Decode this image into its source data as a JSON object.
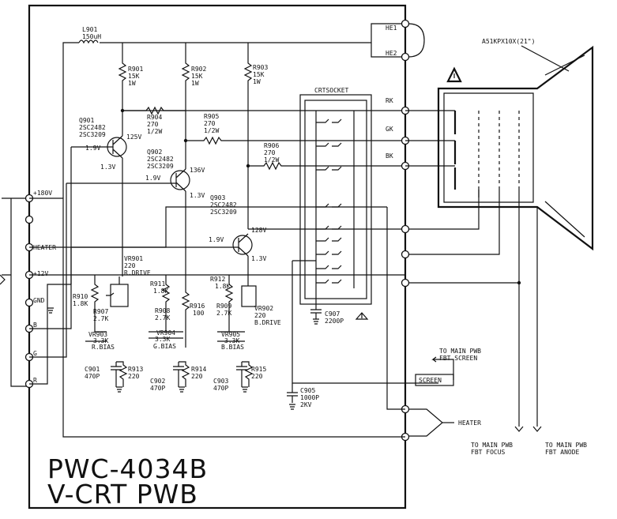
{
  "board": {
    "title_line1": "PWC-4034B",
    "title_line2": "V-CRT PWB"
  },
  "crt": {
    "model": "A51KPX10X(21\")"
  },
  "socket": {
    "label": "CRTSOCKET"
  },
  "connectors": {
    "he1": "HE1",
    "he2": "HE2",
    "rk": "RK",
    "gk": "GK",
    "bk": "BK",
    "heater_out": "HEATER"
  },
  "left_pins": {
    "p180": "+180V",
    "heater": "HEATER",
    "p12": "+12V",
    "gnd": "GND",
    "b": "B",
    "g": "G",
    "r": "R"
  },
  "parts": {
    "l901": [
      "L901",
      "150uH"
    ],
    "r901": [
      "R901",
      "15K",
      "1W"
    ],
    "r902": [
      "R902",
      "15K",
      "1W"
    ],
    "r903": [
      "R903",
      "15K",
      "1W"
    ],
    "r904": [
      "R904",
      "270",
      "1/2W"
    ],
    "r905": [
      "R905",
      "270",
      "1/2W"
    ],
    "r906": [
      "R906",
      "270",
      "1/2W"
    ],
    "q901": [
      "Q901",
      "2SC2482",
      "2SC3209"
    ],
    "q902": [
      "Q902",
      "2SC2482",
      "2SC3209"
    ],
    "q903": [
      "Q903",
      "2SC2482",
      "2SC3209"
    ],
    "v125": "125V",
    "v136": "136V",
    "v128": "128V",
    "v19a": "1.9V",
    "v19b": "1.9V",
    "v19c": "1.9V",
    "v13a": "1.3V",
    "v13b": "1.3V",
    "v13c": "1.3V",
    "vr901": [
      "VR901",
      "220",
      "R.DRIVE"
    ],
    "vr902": [
      "VR902",
      "220",
      "B.DRIVE"
    ],
    "vr903": [
      "VR903",
      "3.3K",
      "R.BIAS"
    ],
    "vr904": [
      "VR904",
      "3.3K",
      "G.BIAS"
    ],
    "vr905": [
      "VR905",
      "3.3K",
      "B.BIAS"
    ],
    "r910": [
      "R910",
      "1.8K"
    ],
    "r911": [
      "R911",
      "1.8K"
    ],
    "r912": [
      "R912",
      "1.8K"
    ],
    "r907": [
      "R907",
      "2.7K"
    ],
    "r908": [
      "R908",
      "2.7K"
    ],
    "r909": [
      "R909",
      "2.7K"
    ],
    "r916": [
      "R916",
      "100"
    ],
    "r913": [
      "R913",
      "220"
    ],
    "r914": [
      "R914",
      "220"
    ],
    "r915": [
      "R915",
      "220"
    ],
    "c901": [
      "C901",
      "470P"
    ],
    "c902": [
      "C902",
      "470P"
    ],
    "c903": [
      "C903",
      "470P"
    ],
    "c905": [
      "C905",
      "1000P",
      "2KV"
    ],
    "c907": [
      "C907",
      "2200P"
    ]
  },
  "notes": {
    "screen_in": "SCREEN",
    "to_main_screen": [
      "TO MAIN PWB",
      "FBT SCREEN"
    ],
    "to_main_focus": [
      "TO MAIN PWB",
      "FBT FOCUS"
    ],
    "to_main_anode": [
      "TO MAIN PWB",
      "FBT ANODE"
    ]
  }
}
